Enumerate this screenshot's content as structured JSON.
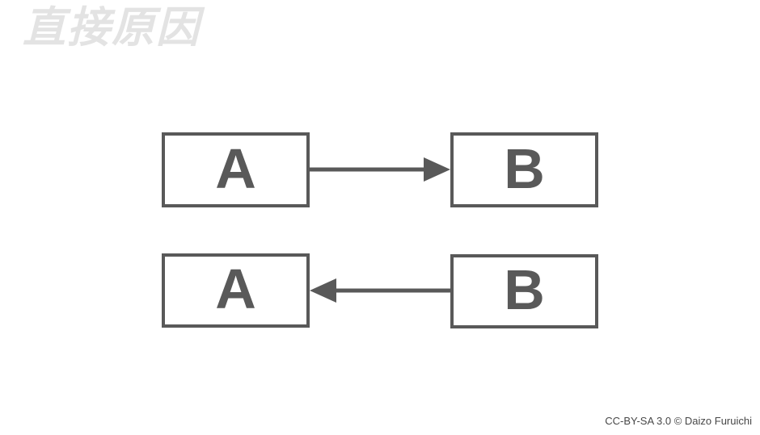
{
  "page": {
    "title": "直接原因",
    "footer_credit": "CC-BY-SA 3.0 © Daizo Furuichi"
  },
  "colors": {
    "background": "#ffffff",
    "node_stroke": "#595959",
    "node_fill": "#ffffff",
    "node_text": "#595959",
    "arrow": "#595959",
    "title_text": "#e3e3e3",
    "footer_text": "#474747"
  },
  "diagram": {
    "rows": [
      {
        "left_label": "A",
        "right_label": "B",
        "arrow_direction": "right"
      },
      {
        "left_label": "A",
        "right_label": "B",
        "arrow_direction": "left"
      }
    ]
  }
}
